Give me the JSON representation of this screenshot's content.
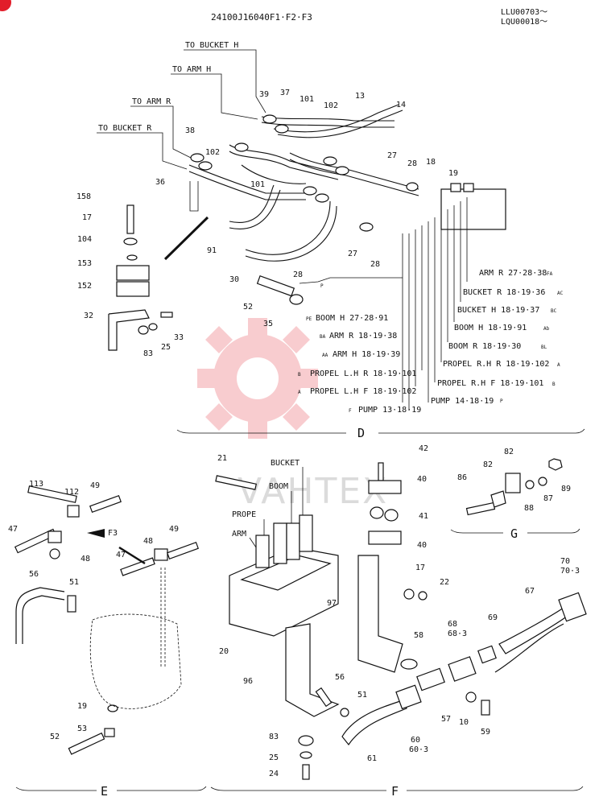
{
  "header": {
    "drawing_no": "24100J16040F1·F2·F3",
    "serial_1": "LLU00703～",
    "serial_2": "LQU00018～"
  },
  "watermark": "VAHTEX",
  "sections": {
    "d": "D",
    "e": "E",
    "f": "F",
    "g": "G"
  },
  "top_labels": {
    "to_bucket_h": "TO BUCKET  H",
    "to_arm_h": "TO ARM  H",
    "to_arm_r": "TO ARM  R",
    "to_bucket_r": "TO BUCKET  R"
  },
  "hose_list": {
    "arm_r": "ARM R  27·28·38",
    "bucket_r": "BUCKET R  18·19·36",
    "bucket_h": "BUCKET H  18·19·37",
    "boom_h_r": "BOOM H  18·19·91",
    "boom_r": "BOOM R  18·19·30",
    "propel_rh_r": "PROPEL R.H  R 18·19·102",
    "propel_rh_f": "PROPEL R.H  F 18·19·101",
    "pump14": "PUMP 14·18·19",
    "boom_h_l": "BOOM H  27·28·91",
    "arm_h_l": "ARM R  18·19·38",
    "arm_h2": "ARM H  18·19·39",
    "propel_lh_r": "PROPEL L.H  R 18·19·101",
    "propel_lh_f": "PROPEL L.H  F 18·19·102",
    "pump13": "PUMP 13·18·19"
  },
  "tags": {
    "fa": "FA",
    "ac": "AC",
    "bc": "BC",
    "ab": "Ab",
    "bl": "BL",
    "a": "A",
    "b": "B",
    "pe": "PE",
    "ba": "BA",
    "aa": "AA",
    "p": "P",
    "f": "F",
    "arrow_f3": "F3"
  },
  "valve_labels": {
    "bucket": "BUCKET",
    "boom": "BOOM",
    "propel": "PROPE",
    "arm": "ARM"
  },
  "callouts": {
    "c39": "39",
    "c37": "37",
    "c101a": "101",
    "c102a": "102",
    "c13": "13",
    "c14": "14",
    "c38": "38",
    "c102b": "102",
    "c36": "36",
    "c101b": "101",
    "c27a": "27",
    "c28a": "28",
    "c18": "18",
    "c19a": "19",
    "c158": "158",
    "c17a": "17",
    "c104": "104",
    "c153": "153",
    "c152": "152",
    "c32": "32",
    "c83a": "83",
    "c25a": "25",
    "c33": "33",
    "c91": "91",
    "c30": "30",
    "c27b": "27",
    "c28b": "28",
    "c28c": "28",
    "c52a": "52",
    "c35": "35",
    "c113": "113",
    "c112": "112",
    "c49a": "49",
    "c47a": "47",
    "c48a": "48",
    "c48b": "48",
    "c49b": "49",
    "c47b": "47",
    "c56a": "56",
    "c51a": "51",
    "c19b": "19",
    "c53": "53",
    "c52b": "52",
    "c21": "21",
    "c42": "42",
    "c40a": "40",
    "c41": "41",
    "c40b": "40",
    "c17b": "17",
    "c22": "22",
    "c97": "97",
    "c20": "20",
    "c96": "96",
    "c58": "58",
    "c56b": "56",
    "c51b": "51",
    "c83b": "83",
    "c25b": "25",
    "c24": "24",
    "c61": "61",
    "c60": "60",
    "c603": "60·3",
    "c57": "57",
    "c68": "68",
    "c683": "68·3",
    "c69": "69",
    "c67": "67",
    "c70": "70",
    "c703": "70·3",
    "c10": "10",
    "c59": "59",
    "c86": "86",
    "c82a": "82",
    "c82b": "82",
    "c88": "88",
    "c87": "87",
    "c89": "89"
  }
}
